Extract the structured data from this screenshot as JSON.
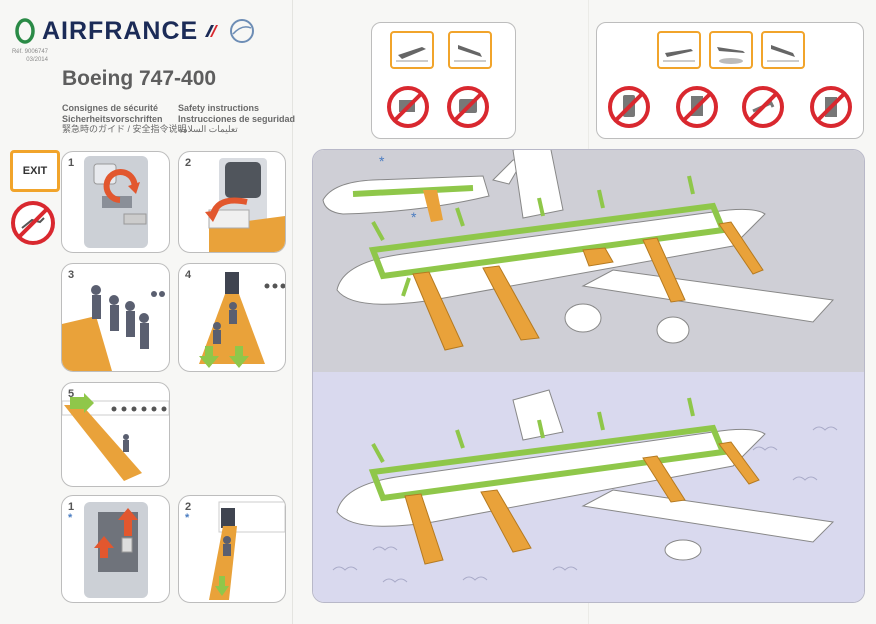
{
  "brand": {
    "name": "AIRFRANCE",
    "skyteam": "SKYTEAM"
  },
  "reference": {
    "ref": "Réf. 9006747",
    "date": "03/2014"
  },
  "aircraft_model": "Boeing 747-400",
  "titles": {
    "fr": "Consignes de sécurité",
    "de": "Sicherheitsvorschriften",
    "ja_zh": "緊急時のガイド / 安全指令说明",
    "en": "Safety instructions",
    "es": "Instrucciones de seguridad",
    "ar": "تعليمات السلامة"
  },
  "exit_sign": "EXIT",
  "steps": {
    "s1": "1",
    "s2": "2",
    "s3": "3",
    "s4": "4",
    "s5": "5",
    "w1": "1",
    "w2": "2",
    "asterisk": "*"
  },
  "colors": {
    "accent_orange": "#f1a42b",
    "slide_orange": "#e9a23a",
    "arrow_green": "#8fc74a",
    "prohibit_red": "#d9282f",
    "land_bg": "#cfcfd6",
    "water_bg": "#d9d9ee",
    "brand_blue": "#1b2b57"
  }
}
